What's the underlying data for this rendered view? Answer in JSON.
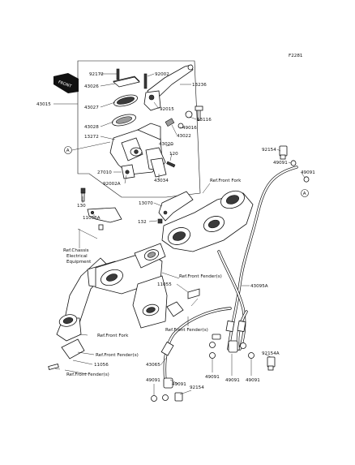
{
  "diagram_code": "F2281",
  "front_tag": "FRONT",
  "callout_letter": "A",
  "parts": {
    "p92172": "92172",
    "p92002": "92002",
    "p43026": "43026",
    "p13236": "13236",
    "p43015": "43015",
    "p43027": "43027",
    "p92015": "92015",
    "p13116": "13116",
    "p43028": "43028",
    "p49016": "49016",
    "p13272": "13272",
    "p43022": "43022",
    "p43020": "43020",
    "p120": "120",
    "p27010": "27010",
    "p43034": "43034",
    "p92002A": "92002A",
    "p92154": "92154",
    "p49091a": "49091",
    "p49091b": "49091",
    "p13070": "13070",
    "p130": "130",
    "p132": "132",
    "p11056A": "11056A",
    "p11055": "11055",
    "p43095A": "43095A",
    "p11056": "11056",
    "p43065": "43065",
    "p92154A": "92154A",
    "p49091c": "49091",
    "p49091d": "49091",
    "p49091e": "49091",
    "p49091f": "49091",
    "p49091g": "49091",
    "p92154b": "92154"
  },
  "refs": {
    "front_fork_top": "Ref.Front Fork",
    "chassis_1": "Ref.Chassis",
    "chassis_2": "Electrical",
    "chassis_3": "Equipment",
    "front_fender_1": "Ref.Front Fender(s)",
    "front_fender_2": "Ref.Front Fender(s)",
    "front_fork_bottom": "Ref.Front Fork",
    "front_fender_3": "Ref.Front Fender(s)",
    "front_fender_4": "Ref.Front Fender(s)"
  }
}
